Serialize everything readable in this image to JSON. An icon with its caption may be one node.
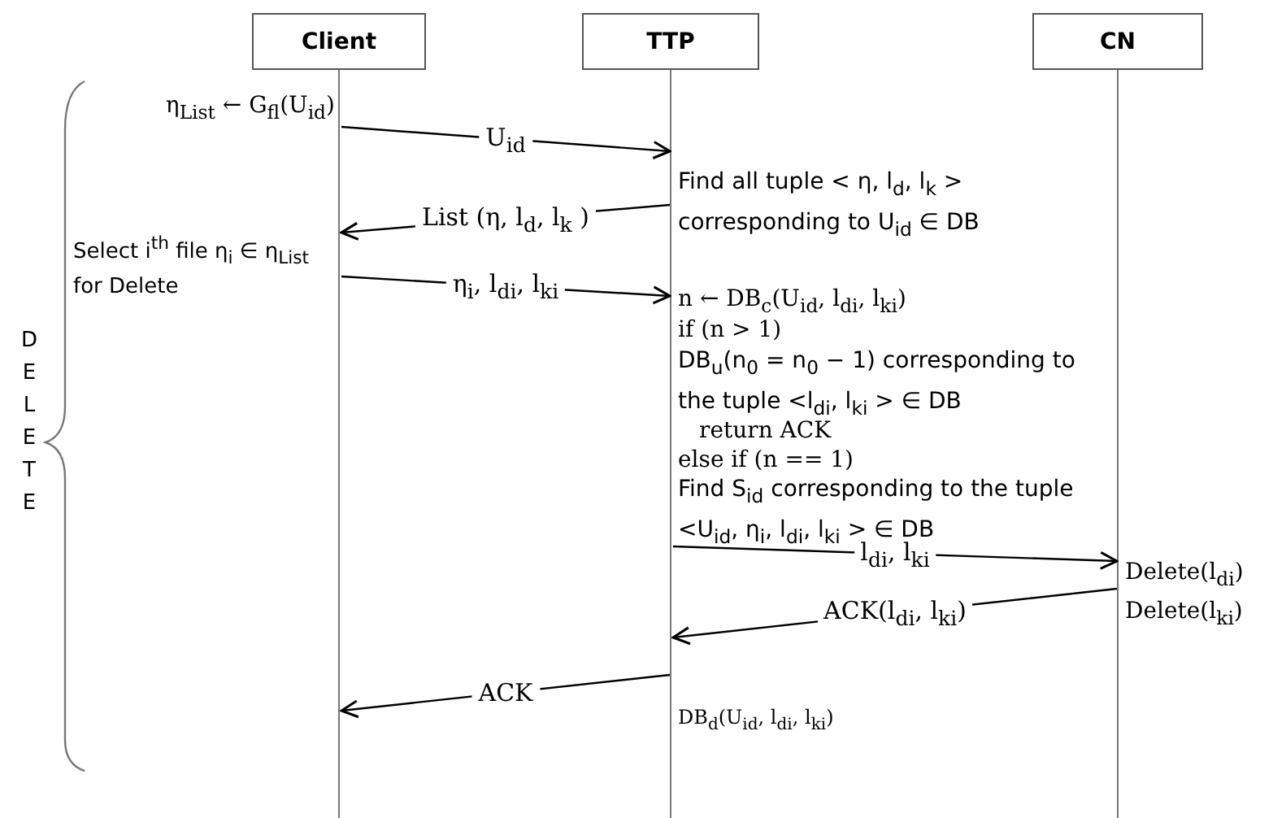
{
  "diagram": {
    "nodes": [
      {
        "text": [
          "Client"
        ]
      },
      {
        "text": [
          "TTP"
        ]
      },
      {
        "text": [
          "CN"
        ]
      }
    ],
    "edges": [
      {
        "from": 0,
        "to": 1,
        "arrow": "to",
        "label": "U$_{id}$"
      },
      {
        "from": 1,
        "to": 0,
        "arrow": "to",
        "label": "List (η, l$_{d}$, l$_{k}$ )"
      },
      {
        "from": 0,
        "to": 1,
        "arrow": "to",
        "label": "η$_{i}$, l$_{di}$, l$_{ki}$"
      },
      {
        "from": 1,
        "to": 2,
        "arrow": "to",
        "label": "l$_{di}$, l$_{ki}$"
      },
      {
        "from": 2,
        "to": 1,
        "arrow": "to",
        "label": "ACK(l$_{di}$, l$_{ki}$)"
      },
      {
        "from": 1,
        "to": 0,
        "arrow": "to",
        "label": "ACK"
      }
    ],
    "labels": [
      "η$_{List}$ ← G$_{fl}$(U$_{id}$)",
      "Find all tuple < η, l$_{d}$, l$_{k}$ > corresponding to U$_{id}$ ∈ DB",
      "Select i$^{th}$ file η$_{i}$ ∈ η$_{List}$ for Delete",
      "DELETE",
      "n ← DB$_{c}$(U$_{id}$, l$_{di}$, l$_{ki}$)",
      "if (n > 1)",
      "DB$_{u}$(n$_{0}$ = n$_{0}$ − 1) corresponding to the tuple <l$_{di}$, l$_{ki}$ > ∈ DB",
      "return ACK",
      "else if (n == 1)",
      "Find S$_{id}$ corresponding to the tuple <U$_{id}$, η$_{i}$, l$_{di}$, l$_{ki}$ > ∈ DB",
      "Delete(l$_{di}$)",
      "Delete(l$_{ki}$)",
      "DB$_{d}$(U$_{id}$, l$_{di}$, l$_{ki}$)"
    ]
  }
}
